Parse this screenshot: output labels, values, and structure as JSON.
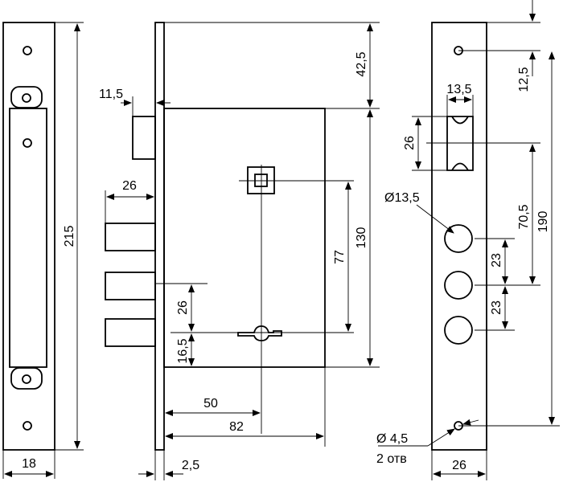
{
  "dimensions": {
    "front_plate_width": "18",
    "front_plate_height": "215",
    "plate_thickness": "2,5",
    "top_offset": "42,5",
    "body_height": "130",
    "latch_width": "11,5",
    "bolt_depth": "26",
    "spindle_to_key": "77",
    "key_above_bolt": "26",
    "key_to_bottom": "16,5",
    "backset": "50",
    "body_depth": "82",
    "strike_top": "12,5",
    "strike_latch_width": "13,5",
    "strike_latch_height": "26",
    "hole_diameter": "Ø13,5",
    "latch_to_hole": "70,5",
    "strike_span": "190",
    "hole_pitch_1": "23",
    "hole_pitch_2": "23",
    "screw_hole": "Ø 4,5",
    "screw_count": "2 отв",
    "strike_width": "26"
  }
}
